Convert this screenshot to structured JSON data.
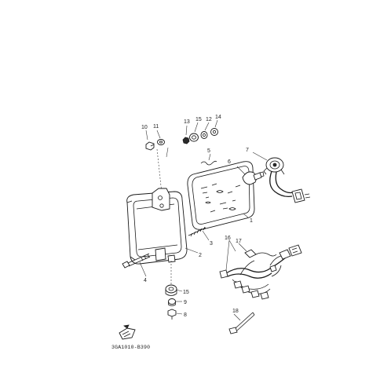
{
  "diagram": {
    "part_numbers": {
      "p1": "1",
      "p2": "2",
      "p3": "3",
      "p4": "4",
      "p5": "5",
      "p6": "6",
      "p7": "7",
      "p8": "8",
      "p9": "9",
      "p10": "10",
      "p11": "11",
      "p12": "12",
      "p13": "13",
      "p14": "14",
      "p15a": "15",
      "p15b": "15",
      "p16": "16",
      "p17": "17",
      "p18": "18"
    },
    "drawing_code": "3GA1010-B390"
  }
}
